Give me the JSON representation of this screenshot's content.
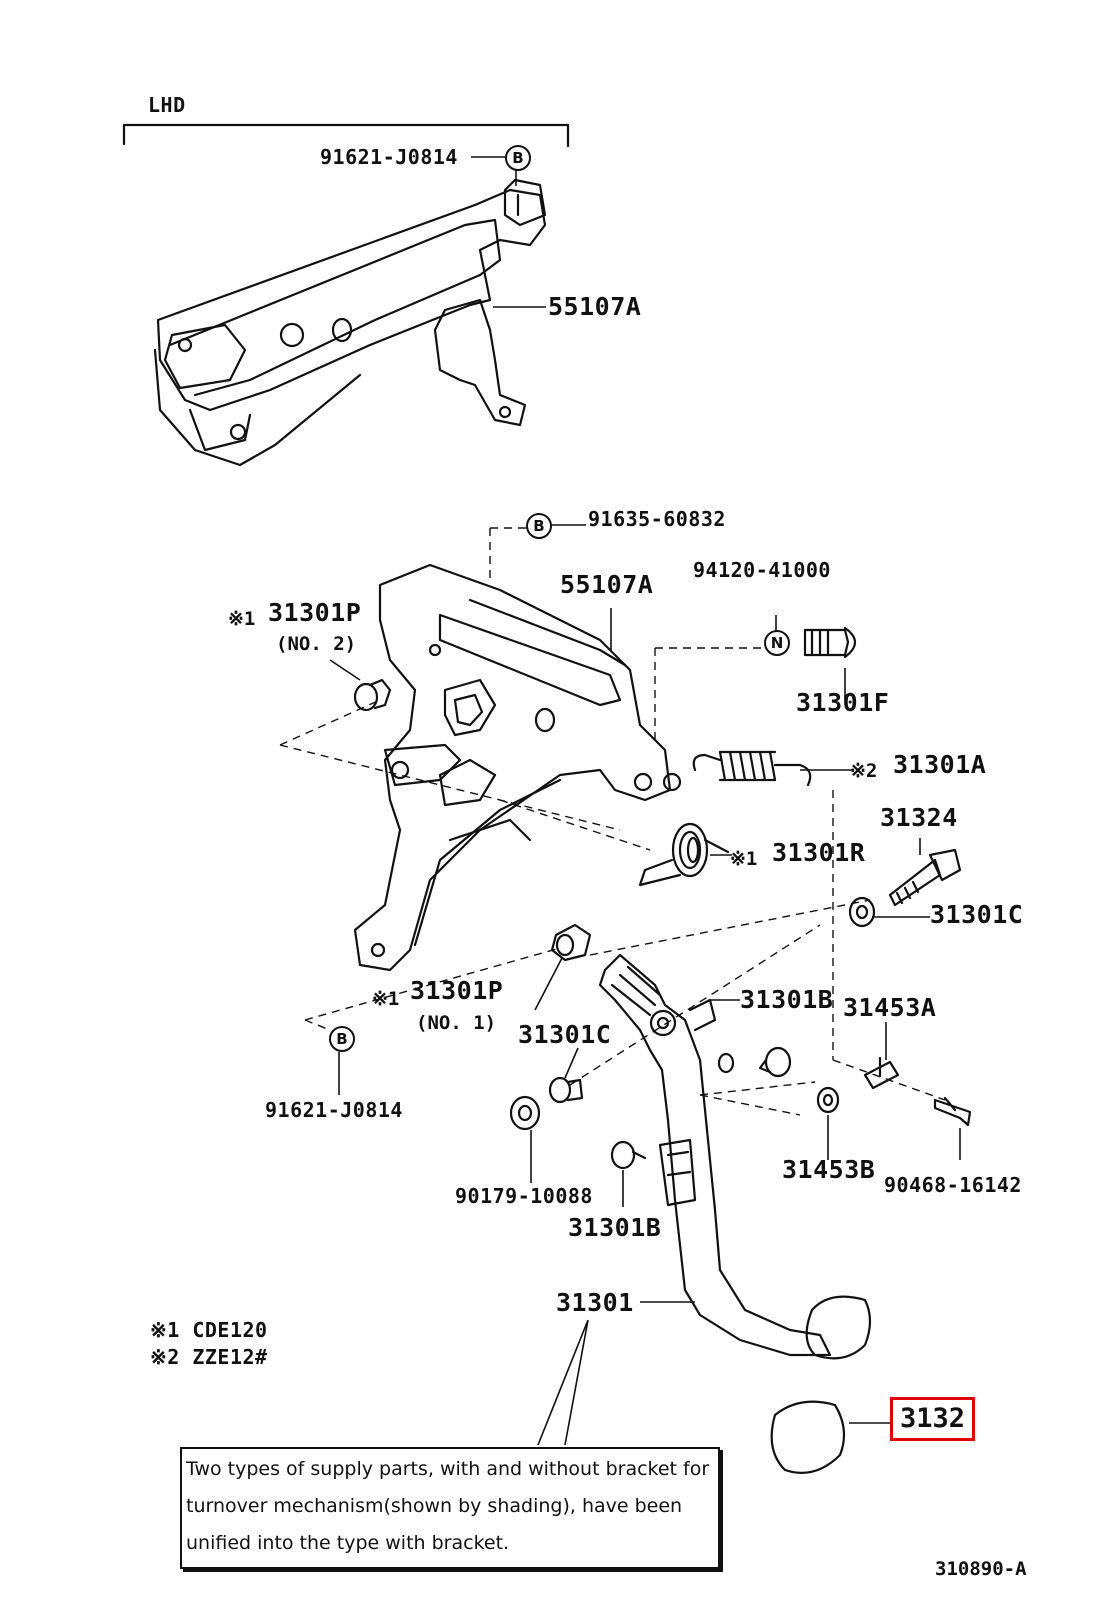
{
  "header": {
    "section_label": "LHD"
  },
  "top_assembly": {
    "bolt_part": "91621-J0814",
    "bolt_marker": "B",
    "bracket_part": "55107A"
  },
  "main_assembly": {
    "bolt_upper_part": "91635-60832",
    "bolt_upper_marker": "B",
    "bracket_part": "55107A",
    "nut_part": "94120-41000",
    "nut_marker": "N",
    "bolt_f": "31301F",
    "bushing_no2_prefix": "※1",
    "bushing_no2": "31301P",
    "bushing_no2_sub": "(NO. 2)",
    "spring_a_prefix": "※2",
    "spring_a": "31301A",
    "spring_r_prefix": "※1",
    "spring_r": "31301R",
    "bolt_31324": "31324",
    "collar_c_right": "31301C",
    "bushing_no1_prefix": "※1",
    "bushing_no1": "31301P",
    "bushing_no1_sub": "(NO. 1)",
    "bolt_lower_marker": "B",
    "bolt_lower_part": "91621-J0814",
    "cushion_b_upper": "31301B",
    "clevis_a": "31453A",
    "collar_c_left": "31301C",
    "nut_90179": "90179-10088",
    "cushion_b_lower": "31301B",
    "clevis_b": "31453B",
    "clip_part": "90468-16142",
    "pedal_arm": "31301",
    "pedal_pad": "3132"
  },
  "legend": {
    "line1": "※1 CDE120",
    "line2": "※2 ZZE12#"
  },
  "note": {
    "line1": "Two types of supply parts, with and without bracket for",
    "line2": "turnover mechanism(shown by shading), have been",
    "line3": "unified into the type with bracket."
  },
  "footer": {
    "diagram_code": "310890-A"
  },
  "highlight_color": "#e00000"
}
